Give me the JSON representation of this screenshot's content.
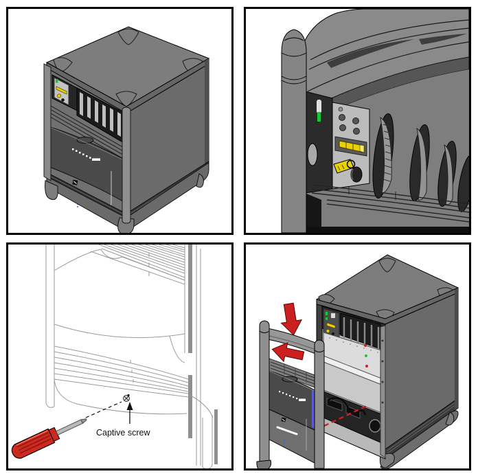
{
  "page": {
    "background": "#ffffff",
    "panel_border": "#000000",
    "panel_count": 4
  },
  "labels": {
    "captive_screw": "Captive screw"
  },
  "colors": {
    "panel_border": "#000000",
    "chassis": "#7d7d7d",
    "chassis_dark": "#666666",
    "chassis_deep": "#2b2b2b",
    "door": "#4a4a4a",
    "module_light": "#bcbcbc",
    "interior": "#b9b9b9",
    "interior_panel": "#dcdcdc",
    "line_art": "#9a9a9a",
    "screwdriver_red": "#cc2a1f",
    "arrow_red": "#cc1f1f",
    "key_yellow": "#e8d200",
    "led_green": "#18c832",
    "stripe_blue": "#5b5bd6",
    "label_text": "#111111",
    "logo_white": "#ffffff"
  },
  "panels": [
    {
      "id": "front-view",
      "grid": "top-left",
      "content": "server-cube-front-isometric"
    },
    {
      "id": "operator-panel-closeup",
      "grid": "top-right",
      "content": "front-panel-detail-with-key"
    },
    {
      "id": "captive-screw-step",
      "grid": "bottom-left",
      "content": "screwdriver-and-captive-screw"
    },
    {
      "id": "bezel-removal-step",
      "grid": "bottom-right",
      "content": "front-bezel-removal-arrows"
    }
  ]
}
